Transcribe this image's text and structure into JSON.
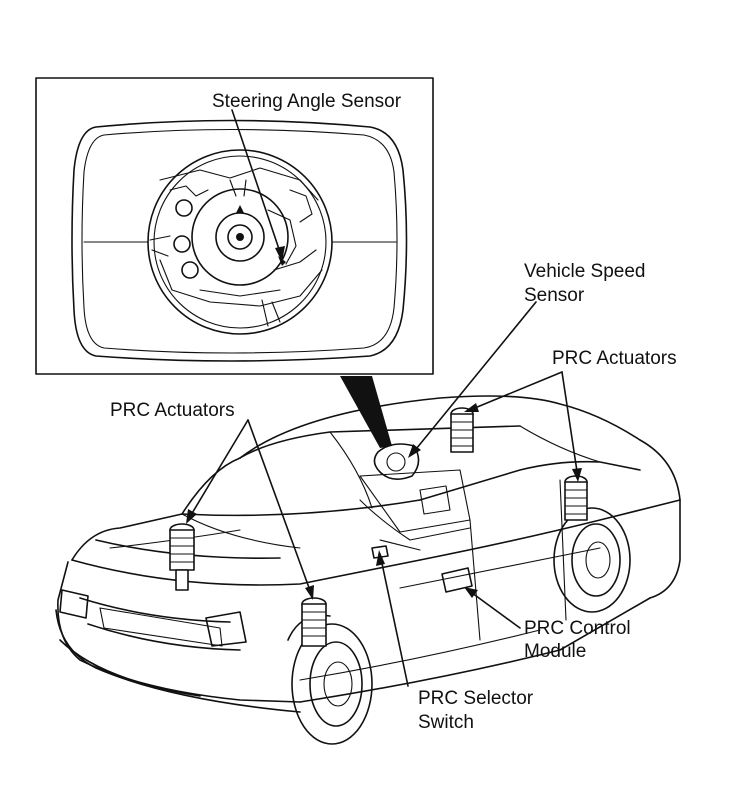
{
  "labels": {
    "steering_angle_sensor": "Steering Angle Sensor",
    "vehicle_speed_sensor_line1": "Vehicle Speed",
    "vehicle_speed_sensor_line2": "Sensor",
    "prc_actuators_right": "PRC Actuators",
    "prc_actuators_left": "PRC Actuators",
    "prc_control_module_line1": "PRC Control",
    "prc_control_module_line2": "Module",
    "prc_selector_switch_line1": "PRC Selector",
    "prc_selector_switch_line2": "Switch"
  }
}
